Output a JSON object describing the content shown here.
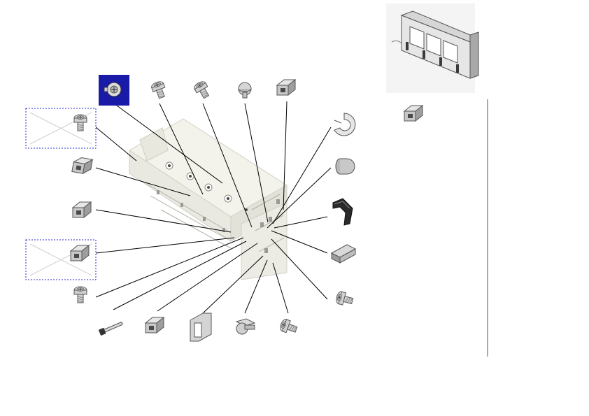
{
  "colors": {
    "selected_bg": "#1a1aa8",
    "placeholder_border": "#2a2ad0",
    "leader_line": "#000000",
    "part_fill": "#d8d8d8",
    "part_stroke": "#6a6a6a",
    "assembly_fill": "#f1f1ea",
    "divider": "#555555"
  },
  "selected_part": "screw-selected",
  "parts": [
    {
      "id": "screw-selected",
      "icon": "screw-icon",
      "selected": true
    },
    {
      "id": "screw-top-2",
      "icon": "screw-icon"
    },
    {
      "id": "screw-top-3",
      "icon": "screw-icon"
    },
    {
      "id": "knob-top-4",
      "icon": "knob-icon"
    },
    {
      "id": "clip-top-5",
      "icon": "clip-icon"
    },
    {
      "id": "missing-image-1",
      "icon": "missing-image-icon"
    },
    {
      "id": "clip-left-1",
      "icon": "clip-icon"
    },
    {
      "id": "clip-left-2",
      "icon": "clip-icon"
    },
    {
      "id": "missing-image-2",
      "icon": "missing-image-icon"
    },
    {
      "id": "screw-left",
      "icon": "screw-icon"
    },
    {
      "id": "cable-bottom-1",
      "icon": "cable-icon"
    },
    {
      "id": "clip-bottom-2",
      "icon": "clip-icon"
    },
    {
      "id": "bracket-bottom-3",
      "icon": "bracket-icon"
    },
    {
      "id": "knob-bottom-4",
      "icon": "knob-icon"
    },
    {
      "id": "screw-bottom-5",
      "icon": "screw-icon"
    },
    {
      "id": "e-ring-right",
      "icon": "e-ring-icon"
    },
    {
      "id": "cap-right",
      "icon": "cap-icon"
    },
    {
      "id": "spring-right",
      "icon": "spring-icon"
    },
    {
      "id": "switch-right",
      "icon": "switch-icon"
    },
    {
      "id": "screw-right",
      "icon": "screw-icon"
    }
  ],
  "thumbnail": {
    "icon": "assembly-thumbnail-icon"
  },
  "side_part": {
    "icon": "clip-icon"
  }
}
